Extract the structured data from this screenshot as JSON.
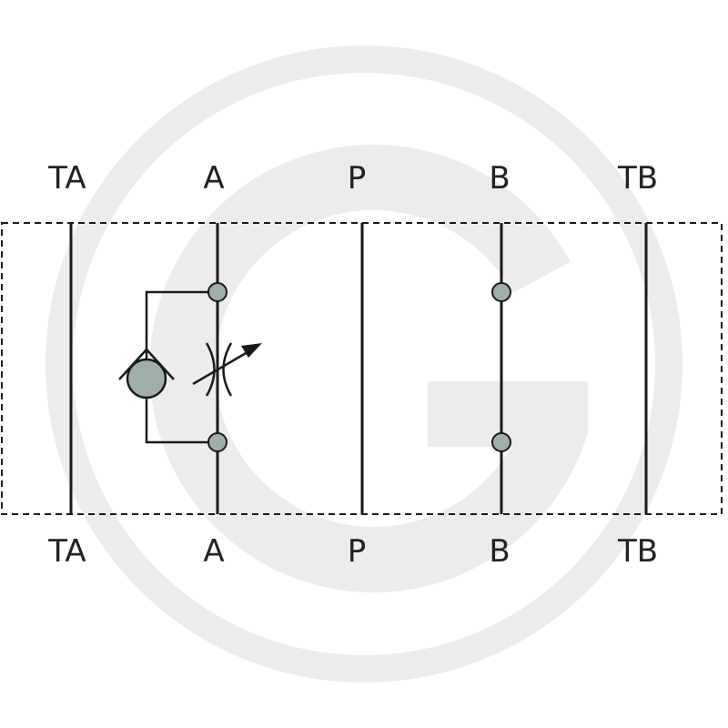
{
  "colors": {
    "line": "#1a1a1a",
    "port_fill": "#9fb0ab",
    "watermark": "#ececec",
    "background": "#ffffff"
  },
  "ports": {
    "top": [
      "TA",
      "A",
      "P",
      "B",
      "TB"
    ],
    "bottom": [
      "TA",
      "A",
      "P",
      "B",
      "TB"
    ]
  },
  "symbols": {
    "check_valve": "check-valve-icon",
    "throttle": "adjustable-throttle-icon",
    "watermark": "gg-watermark-logo"
  }
}
